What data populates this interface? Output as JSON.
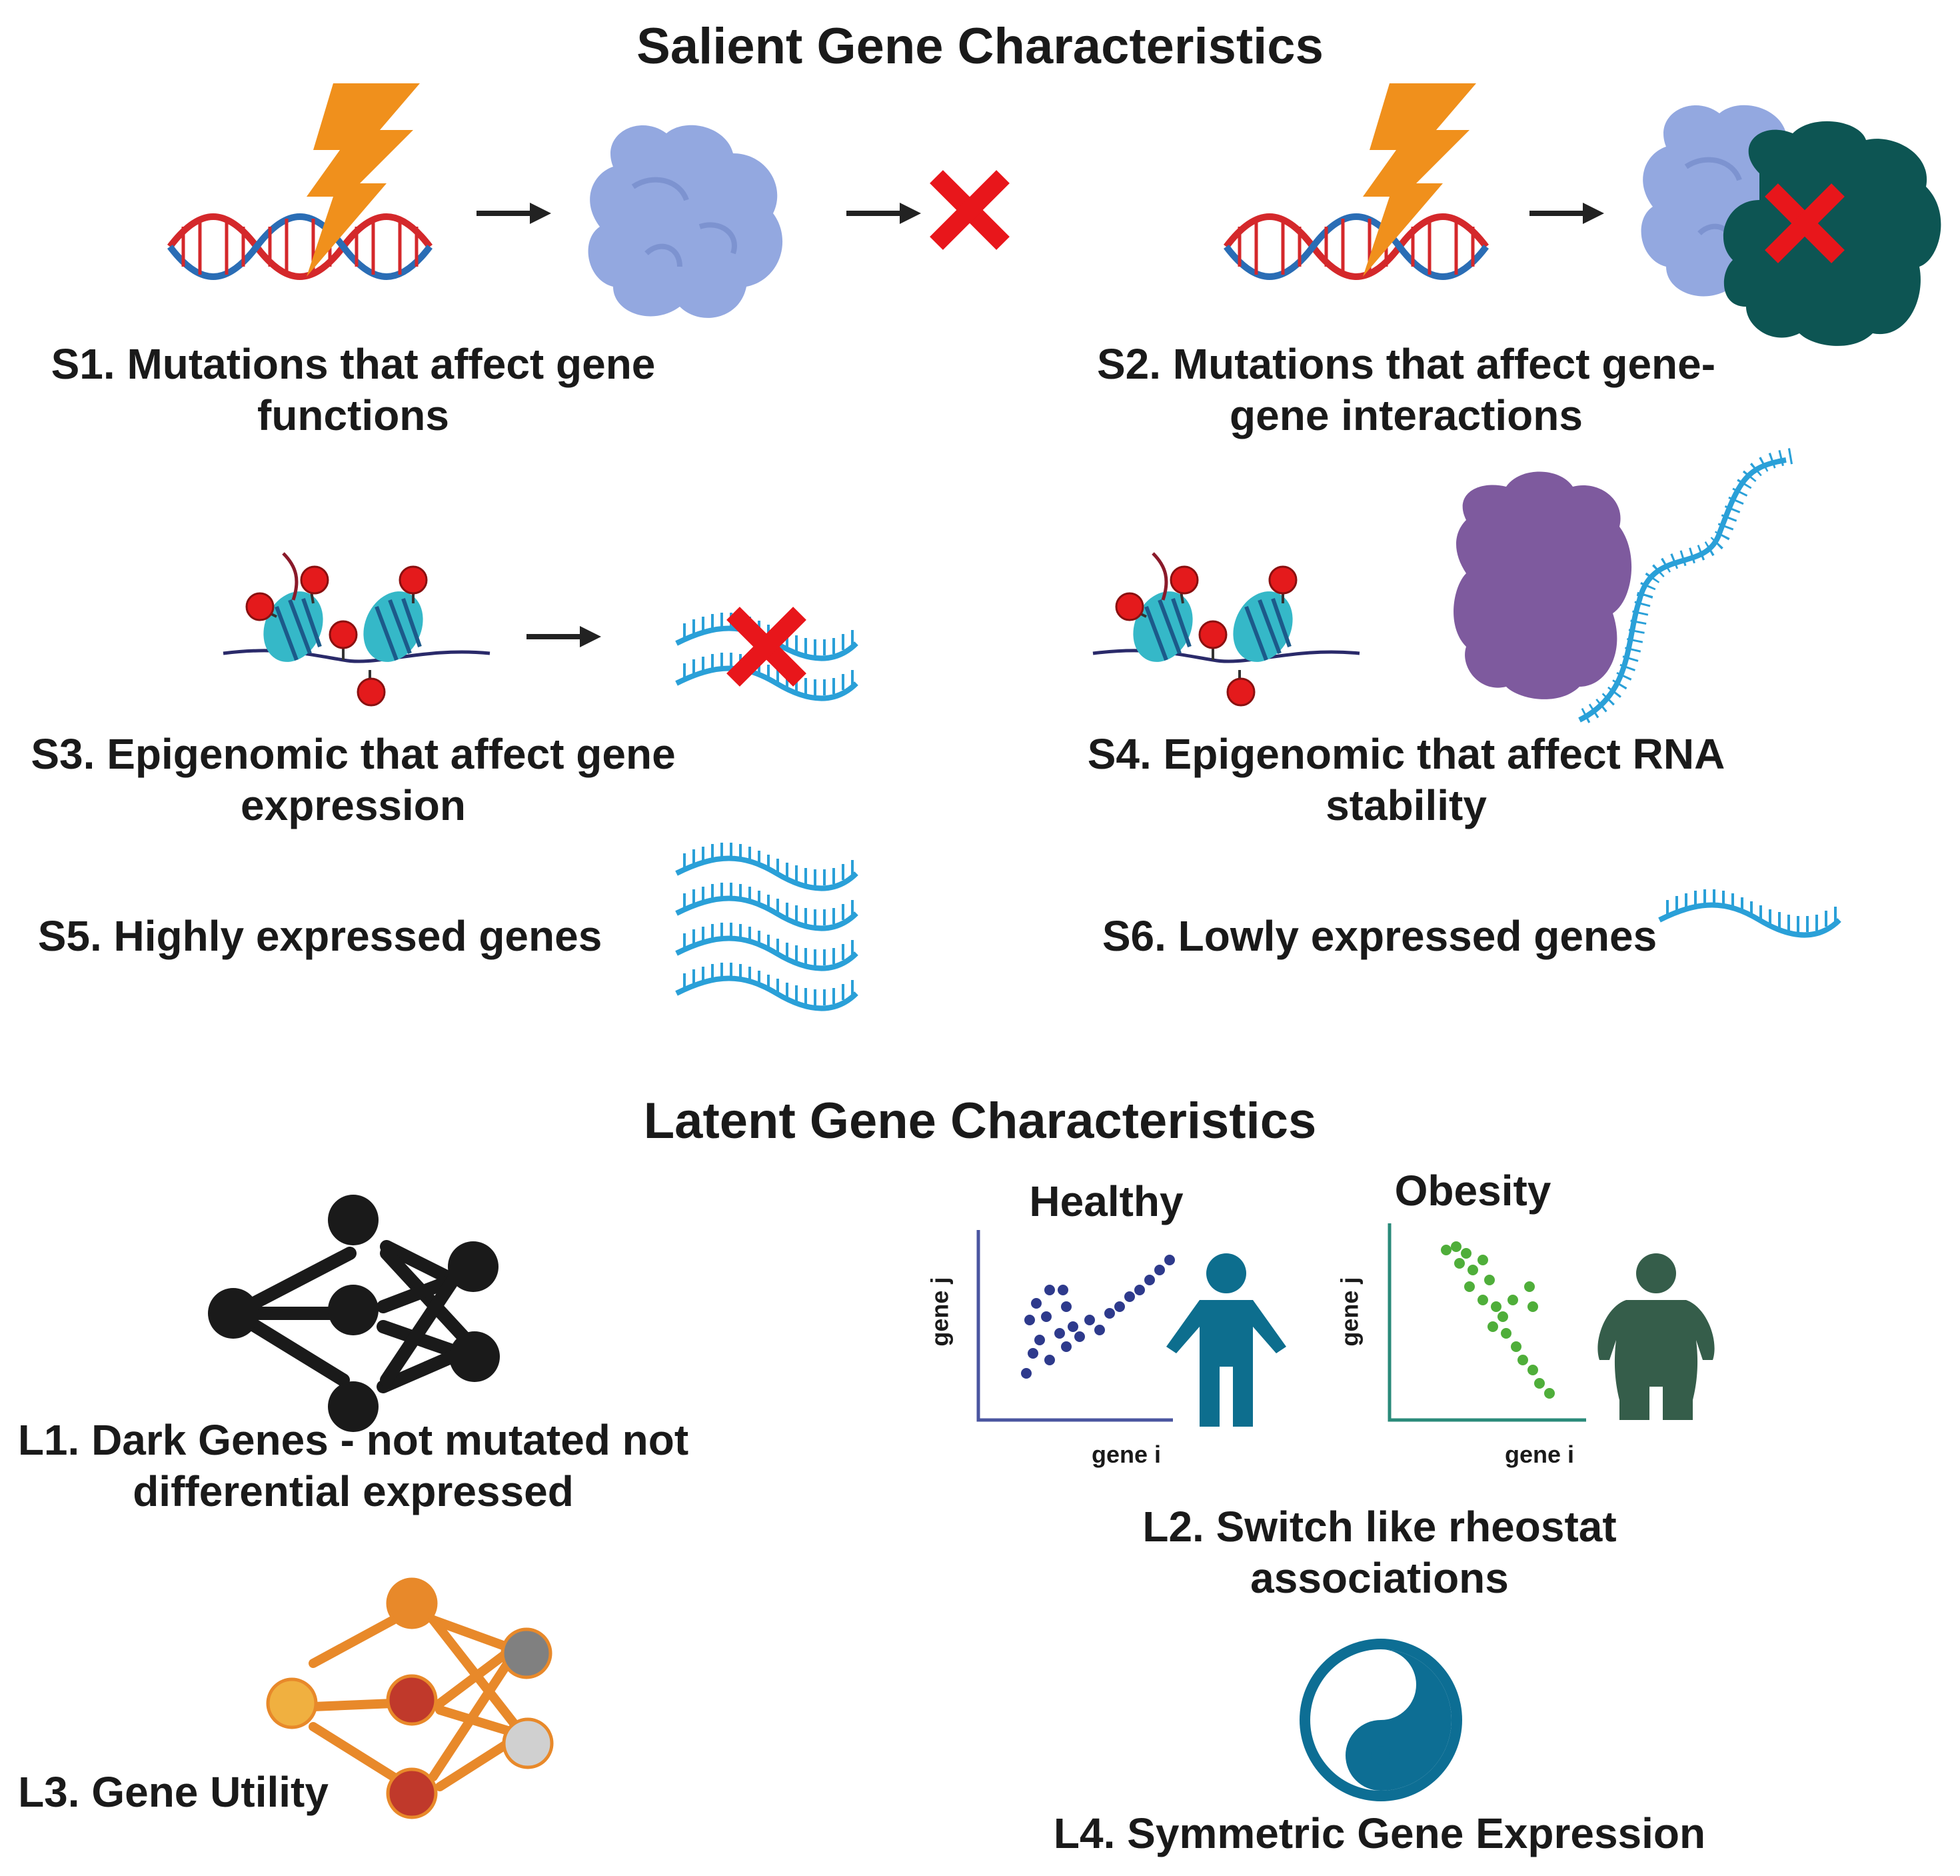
{
  "salient": {
    "heading": "Salient Gene Characteristics",
    "s1": [
      "S1. Mutations that affect gene",
      "functions"
    ],
    "s2": [
      "S2. Mutations that affect gene-",
      "gene interactions"
    ],
    "s3": [
      "S3. Epigenomic that affect gene",
      "expression"
    ],
    "s4": [
      "S4. Epigenomic that affect RNA",
      "stability"
    ],
    "s5": "S5. Highly expressed genes",
    "s6": "S6. Lowly expressed genes"
  },
  "latent": {
    "heading": "Latent Gene Characteristics",
    "l1": [
      "L1. Dark Genes - not mutated not",
      "differential expressed"
    ],
    "l2": [
      "L2. Switch like rheostat",
      "associations"
    ],
    "l3": "L3. Gene Utility",
    "l4": "L4. Symmetric Gene Expression",
    "healthy": {
      "title": "Healthy",
      "xlabel": "gene i",
      "ylabel": "gene j"
    },
    "obesity": {
      "title": "Obesity",
      "xlabel": "gene i",
      "ylabel": "gene j"
    }
  },
  "colors": {
    "text": "#1a1a1a",
    "lightning": "#f0901c",
    "dna_red": "#d4282b",
    "dna_blue": "#2a6db5",
    "protein_blue": "#93a8e0",
    "protein_teal": "#0d5553",
    "protein_purple": "#7e5a9e",
    "rna": "#2aa0d8",
    "nucleosome": "#35b8c8",
    "methyl_red": "#e41a1c",
    "cross": "#e8161b",
    "healthy_dots": "#2e3a8c",
    "obesity_dots": "#4fae3a",
    "person_healthy": "#0d6e8e",
    "person_obese": "#355d4a",
    "yinyang": "#0d6e94",
    "net_dark": "#1a1a1a",
    "net_orange": "#e8892a"
  }
}
